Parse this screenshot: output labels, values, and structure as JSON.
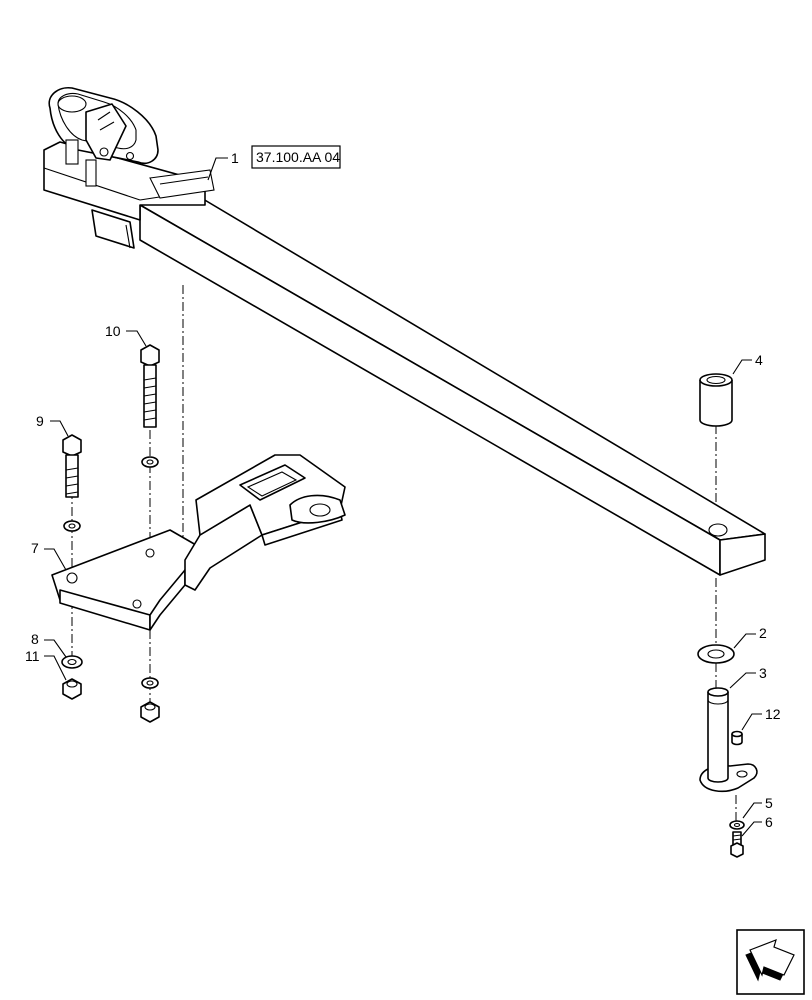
{
  "callouts": [
    {
      "id": "1",
      "label": "1"
    },
    {
      "id": "2",
      "label": "2"
    },
    {
      "id": "3",
      "label": "3"
    },
    {
      "id": "4",
      "label": "4"
    },
    {
      "id": "5",
      "label": "5"
    },
    {
      "id": "6",
      "label": "6"
    },
    {
      "id": "7",
      "label": "7"
    },
    {
      "id": "8",
      "label": "8"
    },
    {
      "id": "9",
      "label": "9"
    },
    {
      "id": "10",
      "label": "10"
    },
    {
      "id": "11",
      "label": "11"
    },
    {
      "id": "12",
      "label": "12"
    }
  ],
  "reference": {
    "label": "37.100.AA 04"
  },
  "nav": {
    "icon": "next-page-arrow-icon"
  }
}
